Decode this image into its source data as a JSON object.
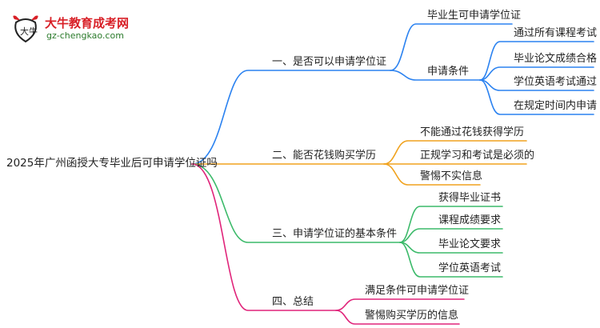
{
  "logo": {
    "name": "大牛教育成考网",
    "url": "gz-chengkao.com",
    "mark_text": "大牛"
  },
  "colors": {
    "blue": "#2b82f0",
    "orange": "#f0a21e",
    "green": "#3cba6a",
    "magenta": "#e0247a"
  },
  "mindmap": {
    "root": "2025年广州函授大专毕业后可申请学位证吗",
    "branches": [
      {
        "label": "一、是否可以申请学位证",
        "children": [
          {
            "label": "毕业生可申请学位证"
          },
          {
            "label": "申请条件",
            "children": [
              "通过所有课程考试",
              "毕业论文成绩合格",
              "学位英语考试通过",
              "在规定时间内申请"
            ]
          }
        ]
      },
      {
        "label": "二、能否花钱购买学历",
        "children": [
          {
            "label": "不能通过花钱获得学历"
          },
          {
            "label": "正规学习和考试是必须的"
          },
          {
            "label": "警惕不实信息"
          }
        ]
      },
      {
        "label": "三、申请学位证的基本条件",
        "children": [
          {
            "label": "获得毕业证书"
          },
          {
            "label": "课程成绩要求"
          },
          {
            "label": "毕业论文要求"
          },
          {
            "label": "学位英语考试"
          }
        ]
      },
      {
        "label": "四、总结",
        "children": [
          {
            "label": "满足条件可申请学位证"
          },
          {
            "label": "警惕购买学历的信息"
          }
        ]
      }
    ]
  }
}
